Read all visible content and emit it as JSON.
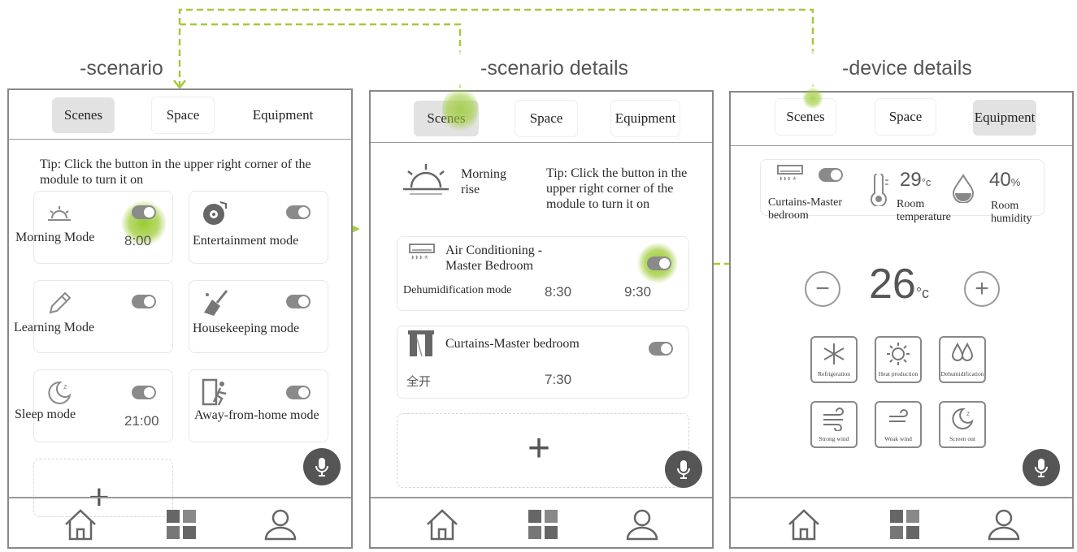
{
  "captions": {
    "scenario": "-scenario",
    "scenario_details": "-scenario details",
    "device_details": "-device details"
  },
  "tabs": {
    "scenes": "Scenes",
    "space": "Space",
    "equipment": "Equipment"
  },
  "screen1": {
    "tip": "Tip: Click the button in the upper right corner of the module to turn it on",
    "modes": [
      {
        "label": "Morning Mode",
        "time": "8:00",
        "icon": "sunrise-icon",
        "toggle_on": true
      },
      {
        "label": "Entertainment mode",
        "time": "",
        "icon": "disc-icon",
        "toggle_on": true
      },
      {
        "label": "Learning Mode",
        "time": "",
        "icon": "pencil-icon",
        "toggle_on": true
      },
      {
        "label": "Housekeeping mode",
        "time": "",
        "icon": "broom-icon",
        "toggle_on": true
      },
      {
        "label": "Sleep mode",
        "time": "21:00",
        "icon": "moon-icon",
        "toggle_on": true
      },
      {
        "label": "Away-from-home mode",
        "time": "",
        "icon": "exit-door-icon",
        "toggle_on": true
      }
    ]
  },
  "screen2": {
    "scene_title": "Morning rise",
    "tip": "Tip: Click the button in the upper right corner of the module to turn it on",
    "ac_title": "Air Conditioning - Master Bedroom",
    "ac_mode": "Dehumidification mode",
    "ac_start": "8:30",
    "ac_end": "9:30",
    "curtain_title": "Curtains-Master bedroom",
    "curtain_action": "全开",
    "curtain_time": "7:30"
  },
  "screen3": {
    "device_name": "Curtains-Master bedroom",
    "room_temp_value": "29",
    "room_temp_unit": "°c",
    "room_temp_label": "Room temperature",
    "humidity_value": "40",
    "humidity_unit": "%",
    "humidity_label": "Room humidity",
    "set_temp": "26",
    "set_temp_unit": "°c",
    "modes": [
      "Refrigeration",
      "Heat production",
      "Dehumidification",
      "Strong wind",
      "Weak wind",
      "Screen out"
    ]
  },
  "colors": {
    "accent_green": "#9bc73a",
    "connector_green": "#a6c83c",
    "toggle_gray": "#8a8a8a"
  }
}
